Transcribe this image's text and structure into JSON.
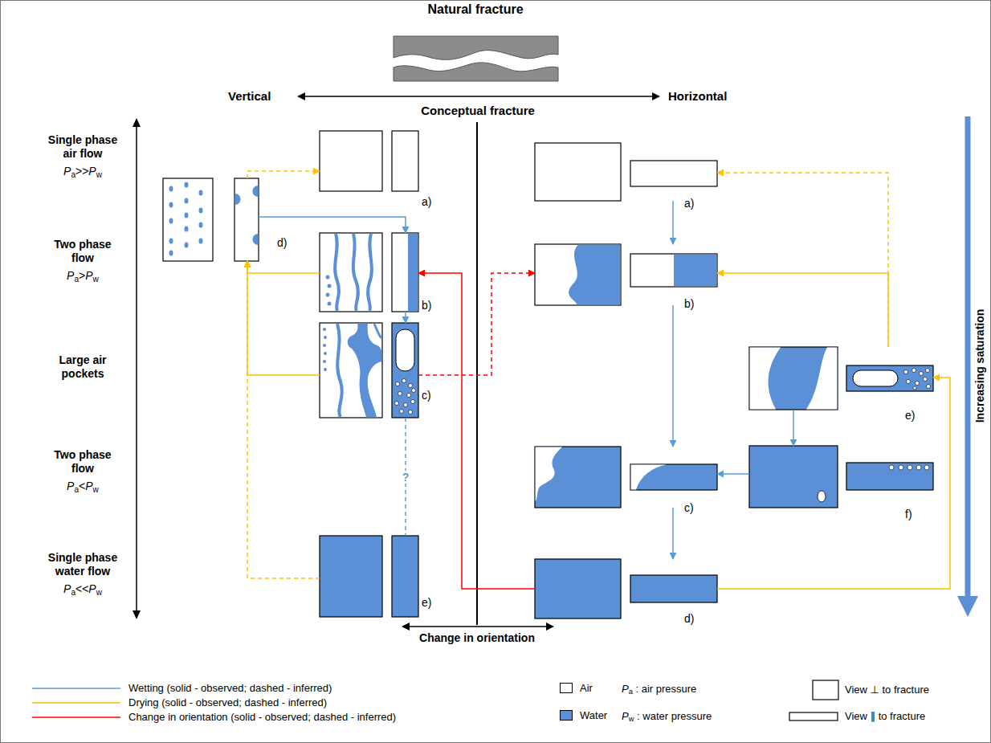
{
  "diagram": {
    "nodes": [
      {
        "text": [
          "a)"
        ]
      },
      {
        "text": [
          "a)"
        ]
      },
      {
        "text": [
          "d)"
        ]
      },
      {
        "text": [
          "b)"
        ]
      },
      {
        "text": [
          "b)"
        ]
      },
      {
        "text": [
          "c)"
        ]
      },
      {
        "text": [
          "e)"
        ]
      },
      {
        "text": [
          "c)"
        ]
      },
      {
        "text": [
          "f)"
        ]
      },
      {
        "text": [
          "e)"
        ]
      },
      {
        "text": [
          "d)"
        ]
      }
    ],
    "edges": [
      {
        "from": 2,
        "to": 0,
        "arrow": "to"
      },
      {
        "from": 2,
        "to": 3,
        "arrow": "to"
      },
      {
        "from": 3,
        "to": 2,
        "arrow": "to"
      },
      {
        "from": 5,
        "to": 2,
        "arrow": "to"
      },
      {
        "from": 9,
        "to": 2,
        "arrow": "to"
      },
      {
        "from": 3,
        "to": 5,
        "arrow": "to"
      },
      {
        "from": 5,
        "to": 9,
        "label": "?",
        "arrow": "none"
      },
      {
        "from": 5,
        "to": 4,
        "arrow": "to"
      },
      {
        "from": 10,
        "to": 3,
        "arrow": "to"
      },
      {
        "from": 1,
        "to": 4,
        "arrow": "to"
      },
      {
        "from": 4,
        "to": 7,
        "arrow": "to"
      },
      {
        "from": 7,
        "to": 10,
        "arrow": "to"
      },
      {
        "from": 6,
        "to": 8,
        "arrow": "to"
      },
      {
        "from": 8,
        "to": 7,
        "arrow": "to"
      },
      {
        "from": 10,
        "to": 6,
        "arrow": "to"
      },
      {
        "from": 6,
        "to": 4,
        "arrow": "to"
      },
      {
        "from": 6,
        "to": 1,
        "arrow": "to"
      }
    ],
    "labels": [
      "Natural fracture",
      "Vertical",
      "Conceptual fracture",
      "Horizontal",
      "Single phase air flow",
      "Pa>>Pw",
      "Two phase flow",
      "Pa>Pw",
      "Increasing saturation",
      "Large air pockets",
      "Two phase flow",
      "Pa<Pw",
      "Single phase water flow",
      "Pa<<Pw",
      "Change in orientation",
      "Pa : air pressure",
      "Pw : water pressure"
    ],
    "legend": [
      {
        "text": "Wetting (solid - observed; dashed - inferred)"
      },
      {
        "text": "Drying (solid - observed; dashed - inferred)"
      },
      {
        "text": "Change in orientation (solid - observed; dashed - inferred)"
      },
      {
        "text": "Air",
        "color": "#ffffff"
      },
      {
        "text": "Water",
        "color": "#5b8fd6"
      },
      {
        "text": "View ⊥ to fracture"
      },
      {
        "text": "View ∥ to fracture"
      }
    ]
  }
}
